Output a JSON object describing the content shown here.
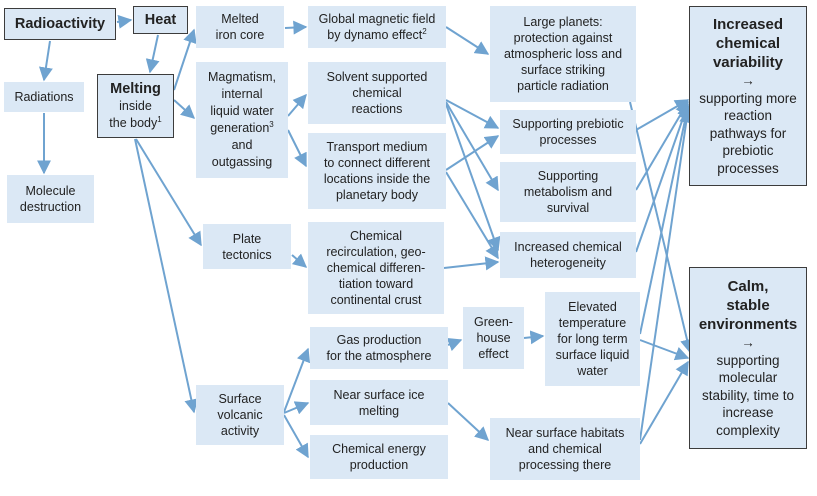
{
  "colors": {
    "box_fill": "#dbe8f5",
    "arrow": "#6fa3d0",
    "border": "#3c3c3c"
  },
  "nodes": {
    "radioactivity": {
      "text": "Radioactivity"
    },
    "heat": {
      "text": "Heat"
    },
    "radiations": {
      "text": "Radiations"
    },
    "molecule_destruction": {
      "text": "Molecule\ndestruction"
    },
    "melting": {
      "heading": "Melting",
      "text": "inside\nthe body",
      "sup": "1"
    },
    "melted_iron_core": {
      "text": "Melted\niron core"
    },
    "magmatism": {
      "text": "Magmatism,\ninternal\nliquid water\ngeneration",
      "sup": "3",
      "text_after": "and\noutgassing"
    },
    "plate_tectonics": {
      "text": "Plate\ntectonics"
    },
    "surface_volcanic": {
      "text": "Surface\nvolcanic\nactivity"
    },
    "global_magnetic": {
      "text": "Global magnetic field\nby dynamo effect",
      "sup": "2"
    },
    "solvent_supported": {
      "text": "Solvent supported\nchemical\nreactions"
    },
    "transport_medium": {
      "text": "Transport medium\nto connect different\nlocations inside the\nplanetary body"
    },
    "chemical_recirculation": {
      "text": "Chemical\nrecirculation, geo-\nchemical differen-\ntiation toward\ncontinental crust"
    },
    "gas_production": {
      "text": "Gas production\nfor the atmosphere"
    },
    "ice_melting": {
      "text": "Near surface ice\nmelting"
    },
    "chemical_energy": {
      "text": "Chemical energy\nproduction"
    },
    "greenhouse": {
      "text": "Green-\nhouse\neffect"
    },
    "large_planets": {
      "text": "Large planets:\nprotection against\natmospheric loss and\nsurface striking\nparticle radiation"
    },
    "prebiotic": {
      "text": "Supporting prebiotic\nprocesses"
    },
    "metabolism": {
      "text": "Supporting\nmetabolism and\nsurvival"
    },
    "heterogeneity": {
      "text": "Increased chemical\nheterogeneity"
    },
    "elevated_temp": {
      "text": "Elevated\ntemperature\nfor long term\nsurface liquid\nwater"
    },
    "habitats": {
      "text": "Near surface habitats\nand chemical\nprocessing there"
    },
    "increased_variability": {
      "heading": "Increased\nchemical\nvariability",
      "arrow": "→",
      "text": "supporting more\nreaction\npathways for\nprebiotic\nprocesses"
    },
    "calm_environments": {
      "heading": "Calm,\nstable\nenvironments",
      "arrow": "→",
      "text": "supporting\nmolecular\nstability, time to\nincrease\ncomplexity"
    }
  }
}
